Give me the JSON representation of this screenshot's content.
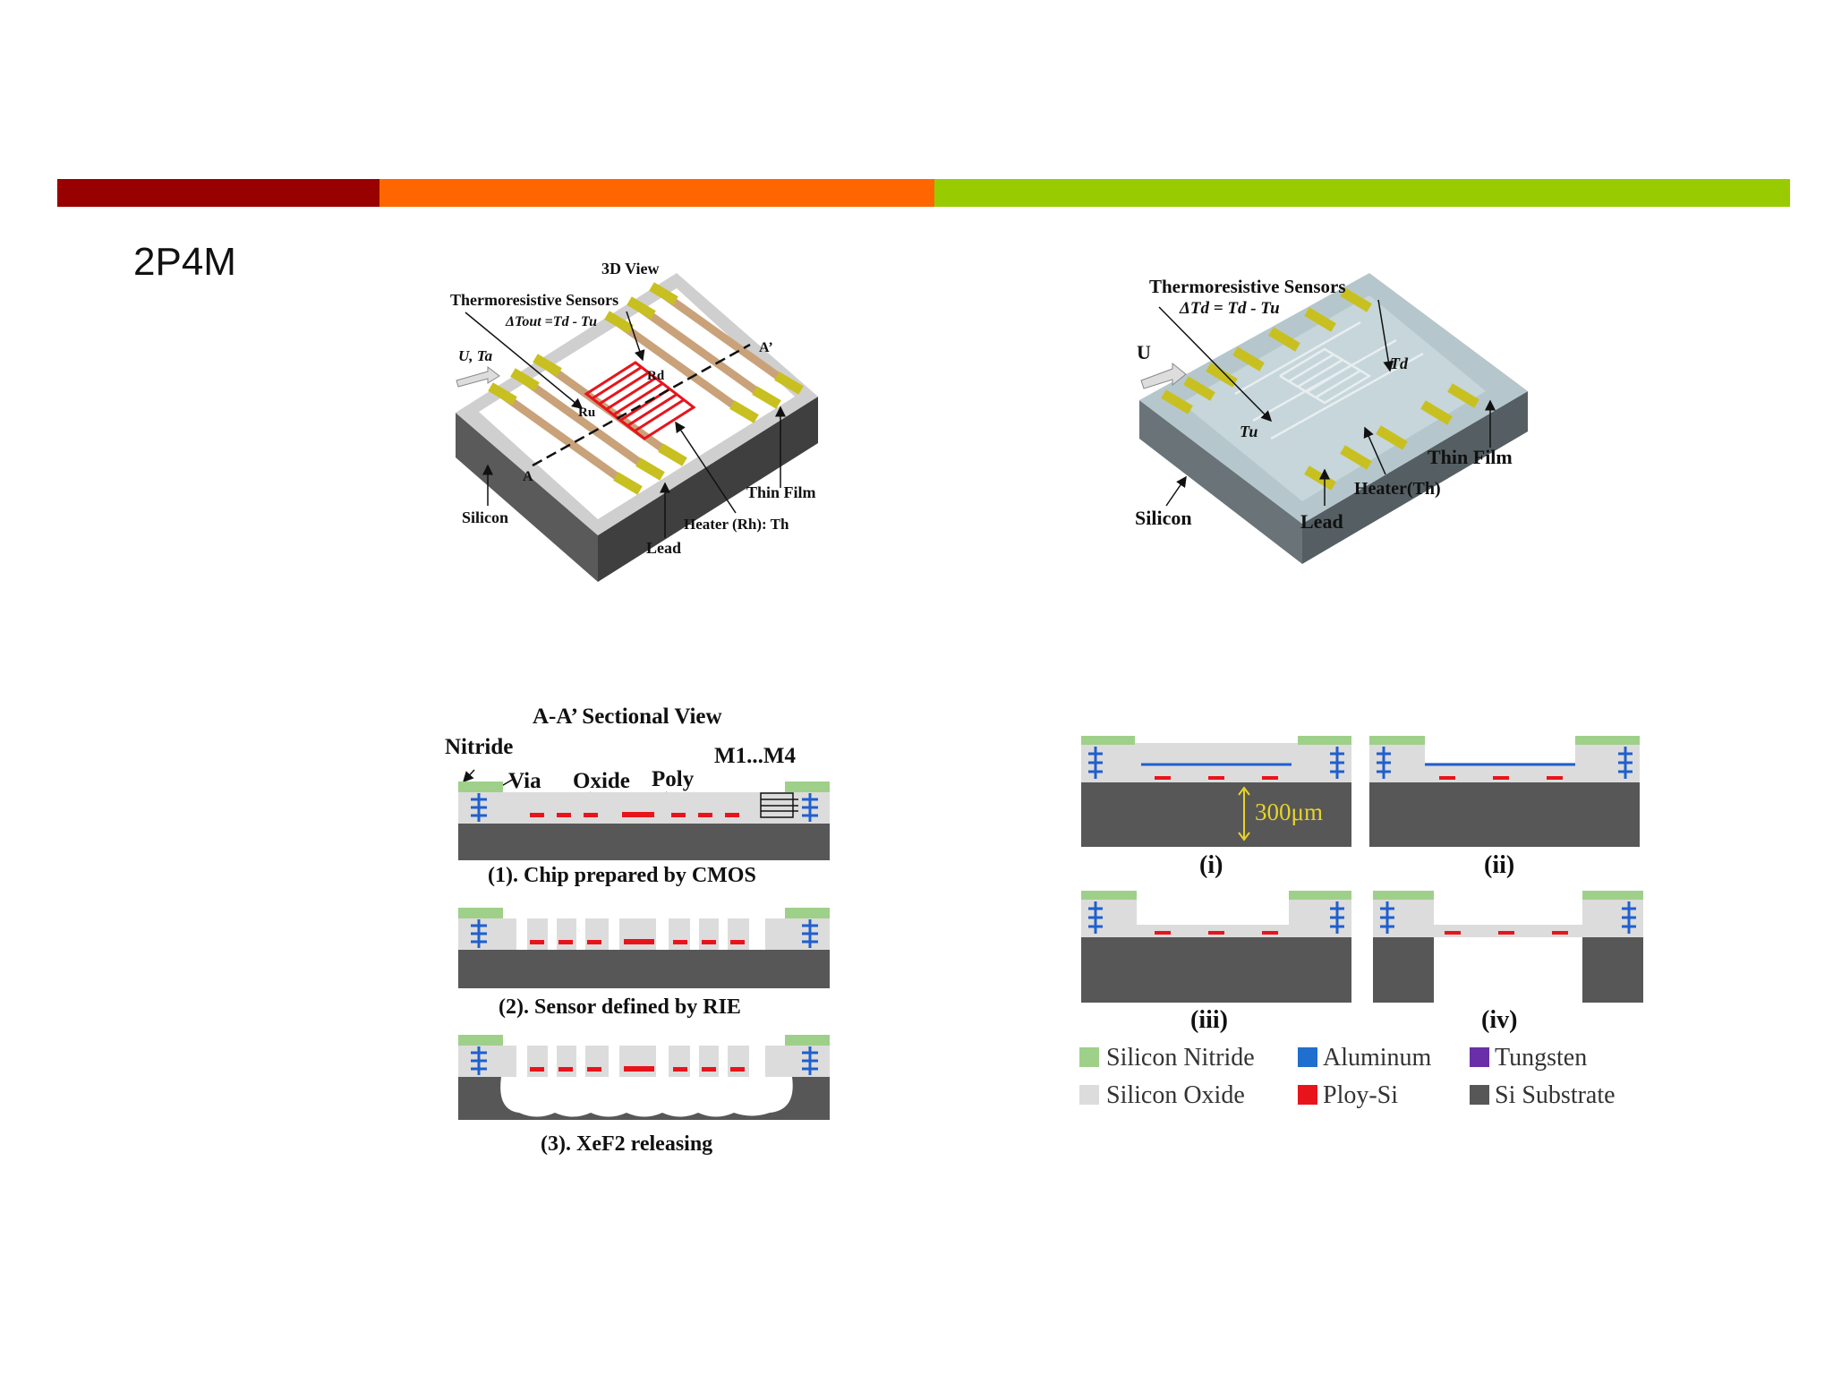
{
  "slide": {
    "title": "2P4M"
  },
  "colors": {
    "dark_red": "#990000",
    "orange": "#ff6600",
    "lime": "#99cc00",
    "poly": "#e8141c",
    "metal": "#1f5fcf",
    "nitride": "#9fd08a",
    "oxide": "#dcdcdc",
    "substrate": "#575757"
  },
  "fig_3d_left": {
    "heading": "3D View",
    "sensors": "Thermoresistive Sensors",
    "delta": "ΔTout =Td - Tu",
    "flow": "U, Ta",
    "rd": "Rd",
    "ru": "Ru",
    "a": "A",
    "a_prime": "A’",
    "silicon": "Silicon",
    "thin_film": "Thin Film",
    "heater": "Heater (Rh): Th",
    "lead": "Lead"
  },
  "fig_3d_right": {
    "sensors": "Thermoresistive Sensors",
    "delta": "ΔTd = Td - Tu",
    "flow": "U",
    "td": "Td",
    "tu": "Tu",
    "thin_film": "Thin Film",
    "heater": "Heater(Th)",
    "silicon": "Silicon",
    "lead": "Lead"
  },
  "fig_section": {
    "heading": "A-A’ Sectional View",
    "nitride": "Nitride",
    "via": "Via",
    "oxide": "Oxide",
    "poly": "Poly",
    "metals": "M1...M4",
    "step1": "(1). Chip prepared by CMOS",
    "step2": "(2). Sensor defined by RIE",
    "step3": "(3). XeF2 releasing"
  },
  "fig_process": {
    "thickness": "300μm",
    "steps": [
      "(i)",
      "(ii)",
      "(iii)",
      "(iv)"
    ],
    "legend": [
      "Silicon Nitride",
      "Aluminum",
      "Tungsten",
      "Silicon Oxide",
      "Ploy-Si",
      "Si Substrate"
    ]
  }
}
